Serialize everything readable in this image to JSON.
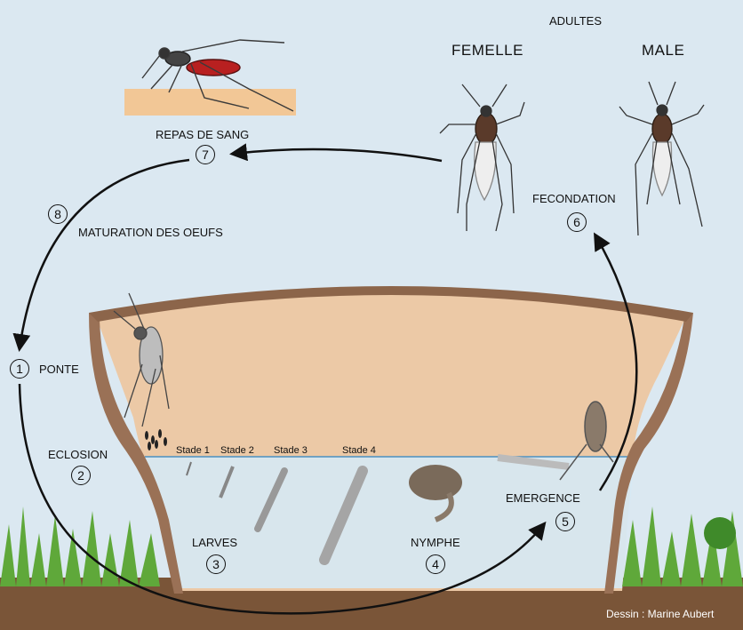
{
  "labels": {
    "adultes": "ADULTES",
    "femelle": "FEMELLE",
    "male": "MALE",
    "repas": "REPAS DE SANG",
    "fecondation": "FECONDATION",
    "maturation": "MATURATION DES OEUFS",
    "ponte": "PONTE",
    "eclosion": "ECLOSION",
    "larves": "LARVES",
    "nymphe": "NYMPHE",
    "emergence": "EMERGENCE",
    "stade1": "Stade 1",
    "stade2": "Stade 2",
    "stade3": "Stade 3",
    "stade4": "Stade 4",
    "credit": "Dessin : Marine Aubert"
  },
  "steps": {
    "s1": "1",
    "s2": "2",
    "s3": "3",
    "s4": "4",
    "s5": "5",
    "s6": "6",
    "s7": "7",
    "s8": "8"
  },
  "colors": {
    "sky": "#dbe8f1",
    "container_wall": "#9a7156",
    "container_fill": "#ecc9a6",
    "water": "#cfe4f2",
    "soil": "#7a5538",
    "grass": "#5fa83a",
    "skin": "#f2c796"
  }
}
